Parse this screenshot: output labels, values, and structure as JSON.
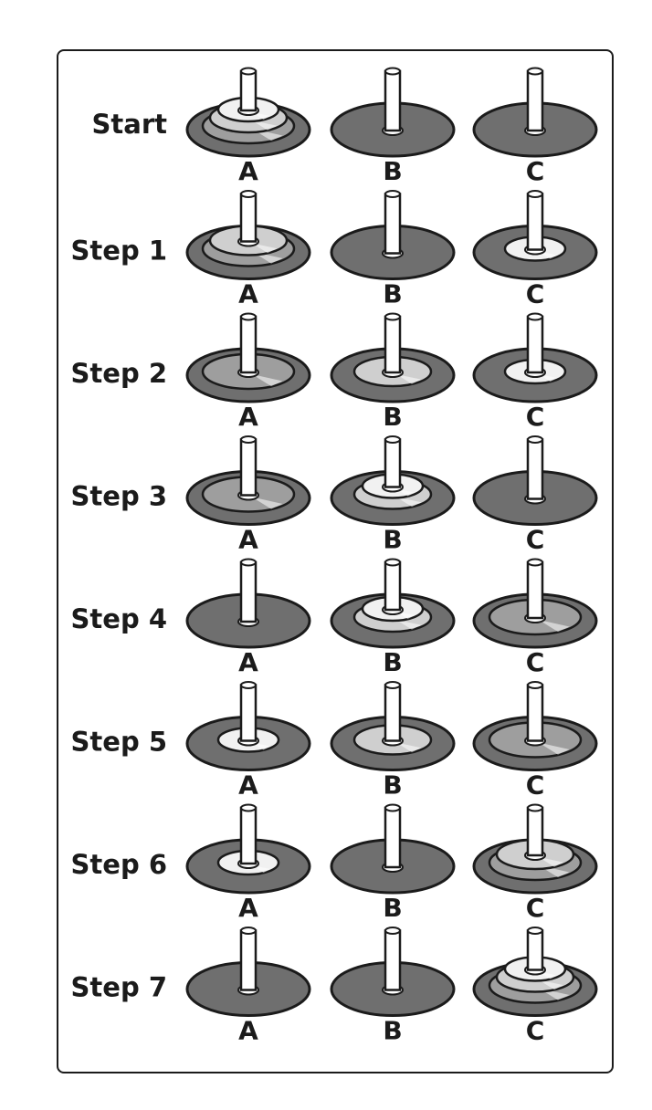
{
  "colors": {
    "base": "#6f6f6f",
    "disc_small": "#f1f1f1",
    "disc_medium": "#cfcfcf",
    "disc_large": "#9e9e9e",
    "outline": "#1b1b1b",
    "rod": "#ffffff"
  },
  "peg_labels": [
    "A",
    "B",
    "C"
  ],
  "steps": [
    {
      "label": "Start",
      "pegs": [
        [
          "L",
          "M",
          "S"
        ],
        [],
        []
      ]
    },
    {
      "label": "Step 1",
      "pegs": [
        [
          "L",
          "M"
        ],
        [],
        [
          "S"
        ]
      ]
    },
    {
      "label": "Step 2",
      "pegs": [
        [
          "L"
        ],
        [
          "M"
        ],
        [
          "S"
        ]
      ]
    },
    {
      "label": "Step 3",
      "pegs": [
        [
          "L"
        ],
        [
          "M",
          "S"
        ],
        []
      ]
    },
    {
      "label": "Step 4",
      "pegs": [
        [],
        [
          "M",
          "S"
        ],
        [
          "L"
        ]
      ]
    },
    {
      "label": "Step 5",
      "pegs": [
        [
          "S"
        ],
        [
          "M"
        ],
        [
          "L"
        ]
      ]
    },
    {
      "label": "Step 6",
      "pegs": [
        [
          "S"
        ],
        [],
        [
          "L",
          "M"
        ]
      ]
    },
    {
      "label": "Step 7",
      "pegs": [
        [],
        [],
        [
          "L",
          "M",
          "S"
        ]
      ]
    }
  ]
}
